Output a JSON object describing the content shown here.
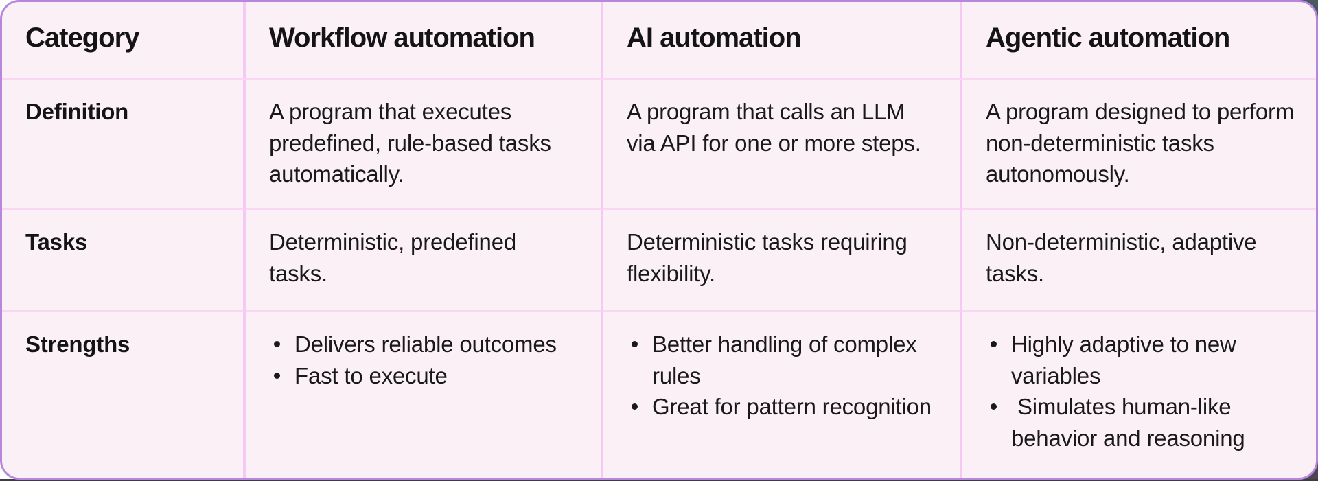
{
  "table": {
    "columns": [
      {
        "header": "Category"
      },
      {
        "header": "Workflow automation"
      },
      {
        "header": "AI automation"
      },
      {
        "header": "Agentic automation"
      }
    ],
    "rows": [
      {
        "label": "Definition",
        "cells": [
          {
            "type": "text",
            "text": "A program that executes predefined, rule-based tasks automatically."
          },
          {
            "type": "text",
            "text": "A program that calls an LLM via API for one or more steps."
          },
          {
            "type": "text",
            "text": "A program designed to perform non-deterministic tasks autonomously."
          }
        ]
      },
      {
        "label": "Tasks",
        "cells": [
          {
            "type": "text",
            "text": "Deterministic, predefined tasks."
          },
          {
            "type": "text",
            "text": "Deterministic tasks requiring flexibility."
          },
          {
            "type": "text",
            "text": "Non-deterministic, adaptive tasks."
          }
        ]
      },
      {
        "label": "Strengths",
        "cells": [
          {
            "type": "list",
            "items": [
              "Delivers reliable outcomes",
              "Fast to execute"
            ]
          },
          {
            "type": "list",
            "items": [
              "Better handling of complex rules",
              "Great for pattern recognition"
            ]
          },
          {
            "type": "list",
            "items": [
              "Highly adaptive to new variables",
              " Simulates human-like behavior and reasoning"
            ]
          }
        ]
      }
    ]
  },
  "colors": {
    "card_background": "#fcf0f7",
    "outer_border": "#b787dd",
    "vertical_divider": "#f5c9f3",
    "horizontal_divider": "#fad5f4",
    "text": "#191919",
    "page_dark_fragment": "#4b5861"
  }
}
